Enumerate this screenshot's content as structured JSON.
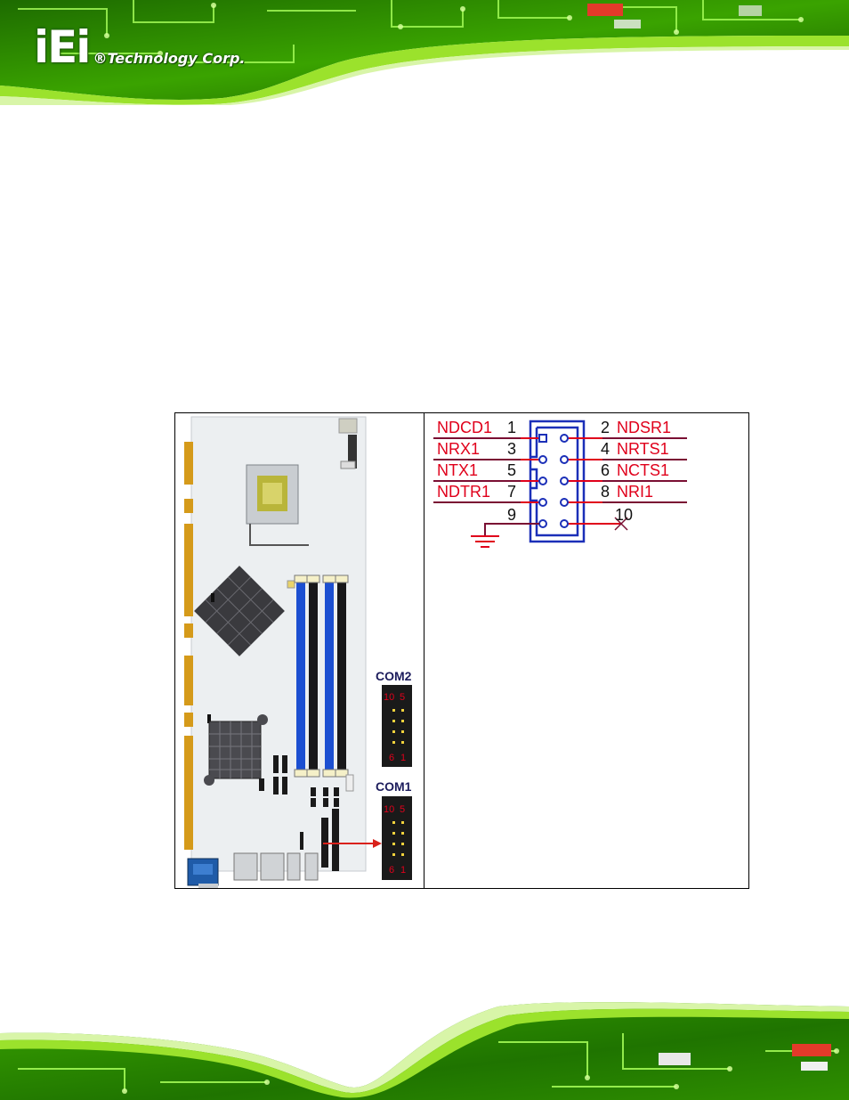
{
  "header": {
    "logo_mark": "iEi",
    "logo_text": "®Technology Corp."
  },
  "figure": {
    "board": {
      "com2_label": "COM2",
      "com1_label": "COM1",
      "connector_top_numbers": [
        "10",
        "5"
      ],
      "connector_bottom_numbers": [
        "6",
        "1"
      ]
    },
    "schematic": {
      "left_signals": [
        "NDCD1",
        "NRX1",
        "NTX1",
        "NDTR1"
      ],
      "right_signals": [
        "NDSR1",
        "NRTS1",
        "NCTS1",
        "NRI1"
      ],
      "odd_pins": [
        "1",
        "3",
        "5",
        "7",
        "9"
      ],
      "even_pins": [
        "2",
        "4",
        "6",
        "8",
        "10"
      ]
    }
  },
  "colors": {
    "pcb_green": "#2f8f00",
    "lime": "#9be22c",
    "signal_red": "#e0001b",
    "wire_dark": "#7a0f33",
    "connector_blue": "#1b2fb8",
    "label_navy": "#1c1c5c"
  }
}
